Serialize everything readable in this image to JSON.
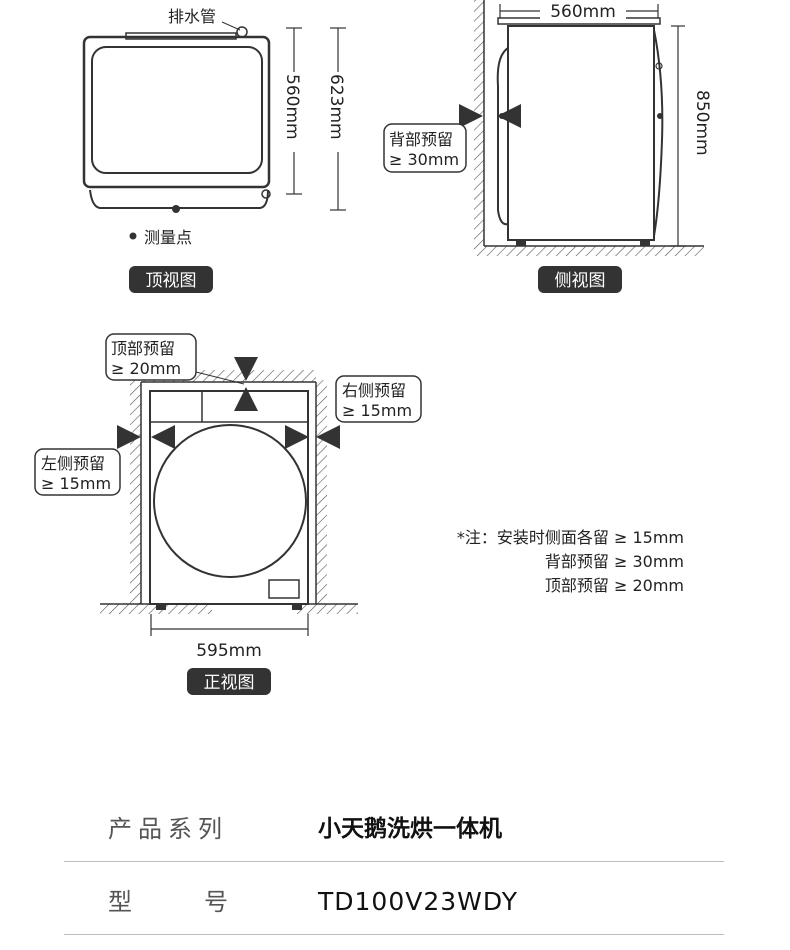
{
  "top_view": {
    "drain_pipe_label": "排水管",
    "depth_label": "560mm",
    "total_depth_label": "623mm",
    "measure_point_label": "测量点",
    "title": "顶视图"
  },
  "side_view": {
    "width_label": "560mm",
    "height_label": "850mm",
    "back_clearance_title": "背部预留",
    "back_clearance_value": "≥ 30mm",
    "title": "侧视图"
  },
  "front_view": {
    "top_clearance_title": "顶部预留",
    "top_clearance_value": "≥ 20mm",
    "right_clearance_title": "右侧预留",
    "right_clearance_value": "≥ 15mm",
    "left_clearance_title": "左侧预留",
    "left_clearance_value": "≥ 15mm",
    "width_label": "595mm",
    "title": "正视图"
  },
  "note": {
    "line1": "*注：安装时侧面各留 ≥ 15mm",
    "line2": "背部预留 ≥ 30mm",
    "line3": "顶部预留 ≥ 20mm"
  },
  "specs": [
    {
      "key": "产品系列",
      "value": "小天鹅洗烘一体机"
    },
    {
      "key": "型号",
      "value": "TD100V23WDY"
    }
  ],
  "colors": {
    "line": "#333333",
    "pill_bg": "#333333",
    "pill_text": "#ffffff",
    "divider": "#bdbdbd"
  }
}
